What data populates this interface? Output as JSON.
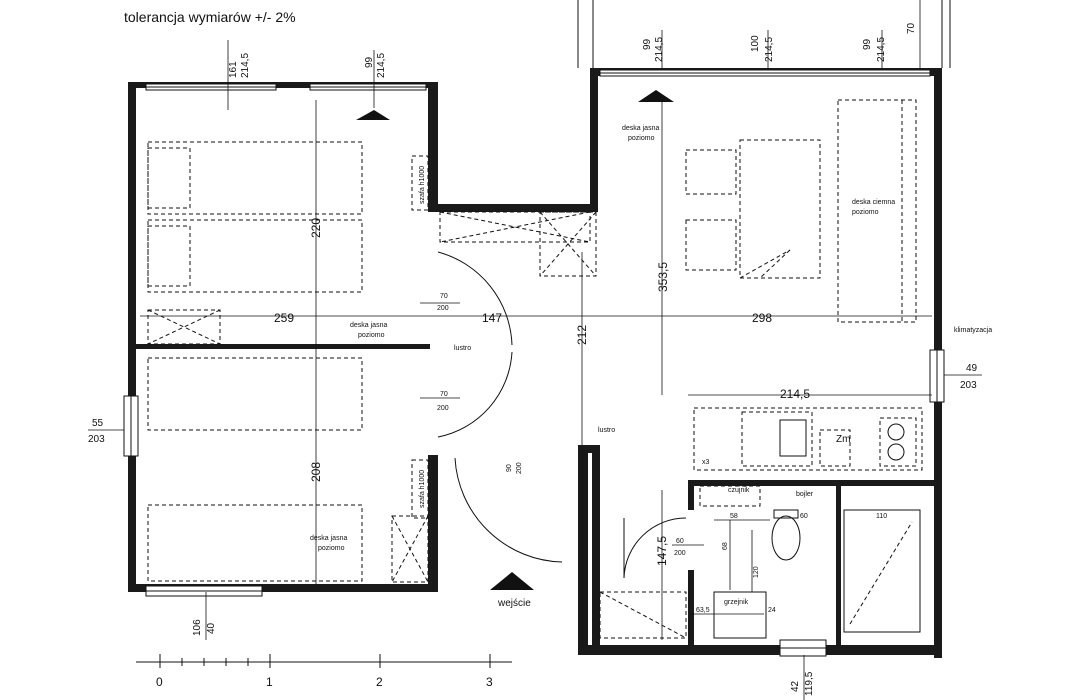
{
  "title": "tolerancja wymiarów +/- 2%",
  "dimensions": {
    "top_bedroom_window_w": "161",
    "top_bedroom_window_h": "214,5",
    "top_door_w": "99",
    "top_door_h": "214,5",
    "living_left_window_w": "99",
    "living_left_window_h": "214,5",
    "living_mid_window_w": "100",
    "living_mid_window_h": "214,5",
    "living_right_window_w": "99",
    "living_right_window_h": "214,5",
    "terrace_w": "70",
    "bedroom_height_upper": "220",
    "bedroom_height_lower": "208",
    "width_left": "259",
    "width_mid": "147",
    "width_right": "298",
    "hall_height": "212",
    "living_height": "353,5",
    "door1_w": "70",
    "door1_h": "200",
    "door2_w": "70",
    "door2_h": "200",
    "entry_door_w": "90",
    "entry_door_h": "200",
    "bath_door_w": "60",
    "bath_door_h": "200",
    "left_window_w": "55",
    "left_window_h": "203",
    "right_window_w": "49",
    "right_window_h": "203",
    "kitchen_w": "214,5",
    "bath_h": "147,5",
    "bottom_window_w": "106",
    "bottom_window_h": "40",
    "bath_window_w": "42",
    "bath_window_h": "119,5",
    "bath_dim_58": "58",
    "bath_dim_60": "60",
    "bath_dim_68": "68",
    "bath_dim_120": "120",
    "bath_dim_63_5": "63,5",
    "bath_dim_24": "24",
    "shower_w": "110"
  },
  "labels": {
    "deska_jasna_1": "deska jasna",
    "poziomo_1": "poziomo",
    "deska_jasna_2": "deska jasna",
    "poziomo_2": "poziomo",
    "deska_jasna_3": "deska jasna",
    "poziomo_3": "poziomo",
    "deska_ciemna": "deska ciemna",
    "poziomo_4": "poziomo",
    "klimatyzacja": "klimatyzacja",
    "lustro_1": "lustro",
    "lustro_2": "lustro",
    "wejscie": "wejście",
    "zm": "Zm",
    "x3": "x3",
    "czujnik": "czujnik",
    "bojler": "bojler",
    "grzejnik": "grzejnik",
    "szafa_1": "szafa h1000",
    "szafa_2": "szafa h1000"
  },
  "scale": {
    "ticks": [
      "0",
      "1",
      "2",
      "3"
    ]
  }
}
